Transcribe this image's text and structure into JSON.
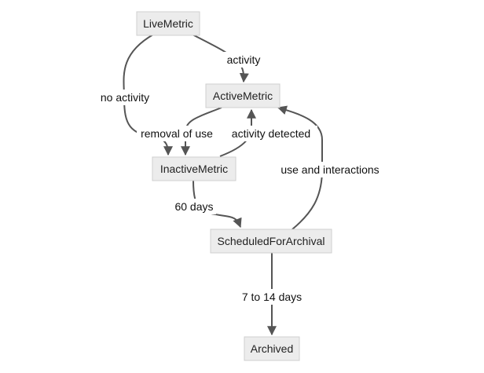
{
  "nodes": {
    "live": "LiveMetric",
    "active": "ActiveMetric",
    "inactive": "InactiveMetric",
    "scheduled": "ScheduledForArchival",
    "archived": "Archived"
  },
  "edges": {
    "live_to_active": "activity",
    "live_to_inactive": "no activity",
    "active_to_inactive": "removal of use",
    "inactive_to_active": "activity detected",
    "inactive_to_scheduled": "60 days",
    "scheduled_to_active": "use and interactions",
    "scheduled_to_archived": "7 to 14 days"
  }
}
